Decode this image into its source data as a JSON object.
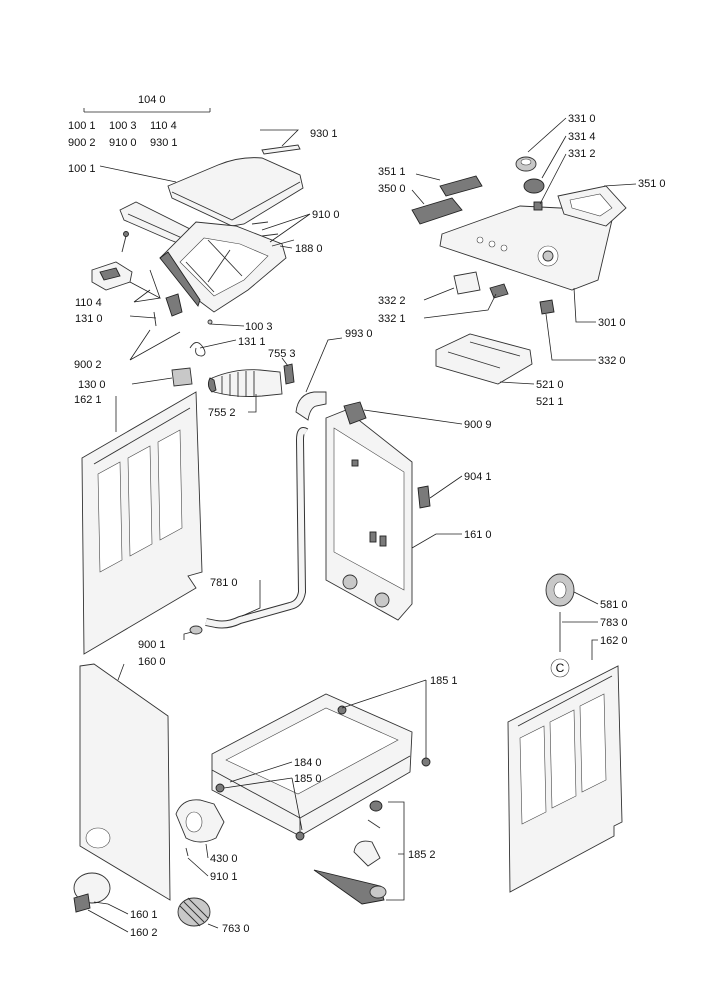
{
  "labels": {
    "l1040": "104 0",
    "l1001a": "100 1",
    "l1003a": "100 3",
    "l1104a": "110 4",
    "l9002a": "900 2",
    "l9100a": "910 0",
    "l9301a": "930 1",
    "l9301": "930 1",
    "l1001": "100 1",
    "l9100": "910 0",
    "l1880": "188 0",
    "l1104": "110 4",
    "l1310": "131 0",
    "l1003": "100 3",
    "l1311": "131 1",
    "l9002": "900 2",
    "l7553": "755 3",
    "l9930": "993 0",
    "l1300": "130 0",
    "l7552": "755 2",
    "l1621": "162 1",
    "l3511": "351 1",
    "l3500": "350 0",
    "l3310": "331 0",
    "l3314": "331 4",
    "l3312": "331 2",
    "l3510": "351 0",
    "l3322": "332 2",
    "l3321": "332 1",
    "l3010": "301 0",
    "l3320": "332 0",
    "l5210": "521 0",
    "l5211": "521 1",
    "l9009": "900 9",
    "l9041": "904 1",
    "l1610": "161 0",
    "l7810": "781 0",
    "l9001": "900 1",
    "l1600": "160 0",
    "l5810": "581 0",
    "l7830": "783 0",
    "l1620": "162 0",
    "l1851": "185 1",
    "l1840": "184 0",
    "l1850": "185 0",
    "l1852": "185 2",
    "l4300": "430 0",
    "l9101": "910 1",
    "l1601": "160 1",
    "l1602": "160 2",
    "l7630": "763 0",
    "markerC": "C"
  },
  "colors": {
    "line": "#222222",
    "part_fill": "#f4f4f4",
    "part_dark": "#7a7a7a",
    "background": "#ffffff"
  }
}
